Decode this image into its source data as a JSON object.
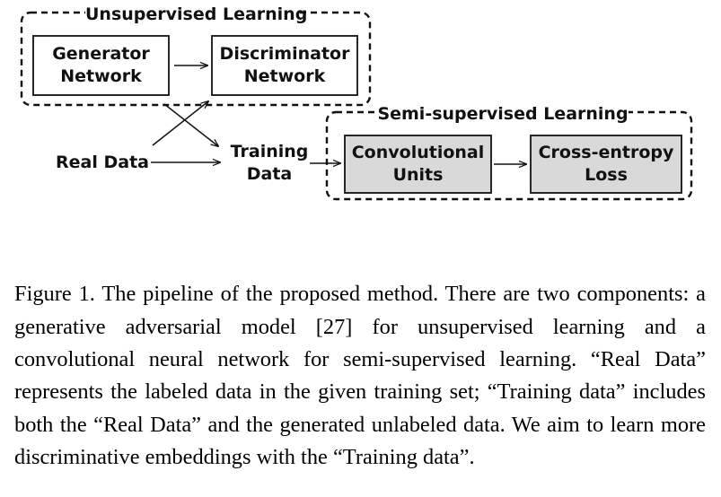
{
  "diagram": {
    "unsupervised_title": "Unsupervised Learning",
    "semi_supervised_title": "Semi-supervised Learning",
    "generator_network": [
      "Generator",
      "Network"
    ],
    "discriminator_network": [
      "Discriminator",
      "Network"
    ],
    "real_data": "Real Data",
    "training_data": [
      "Training",
      "Data"
    ],
    "convolutional_units": [
      "Convolutional",
      "Units"
    ],
    "cross_entropy_loss": [
      "Cross-entropy",
      "Loss"
    ],
    "colors": {
      "line": "#111111",
      "shaded_box_fill": "#d9d9d9",
      "plain_box_fill": "#ffffff"
    }
  },
  "caption": "Figure 1. The pipeline of the proposed method.  There are two components: a generative adversarial model [27] for unsupervised learning and a convolutional neural network for semi-supervised learning.  “Real Data” represents the labeled data in the given training set; “Training data” includes both the “Real Data” and the generated unlabeled data. We aim to learn more discriminative embeddings with the “Training data”."
}
